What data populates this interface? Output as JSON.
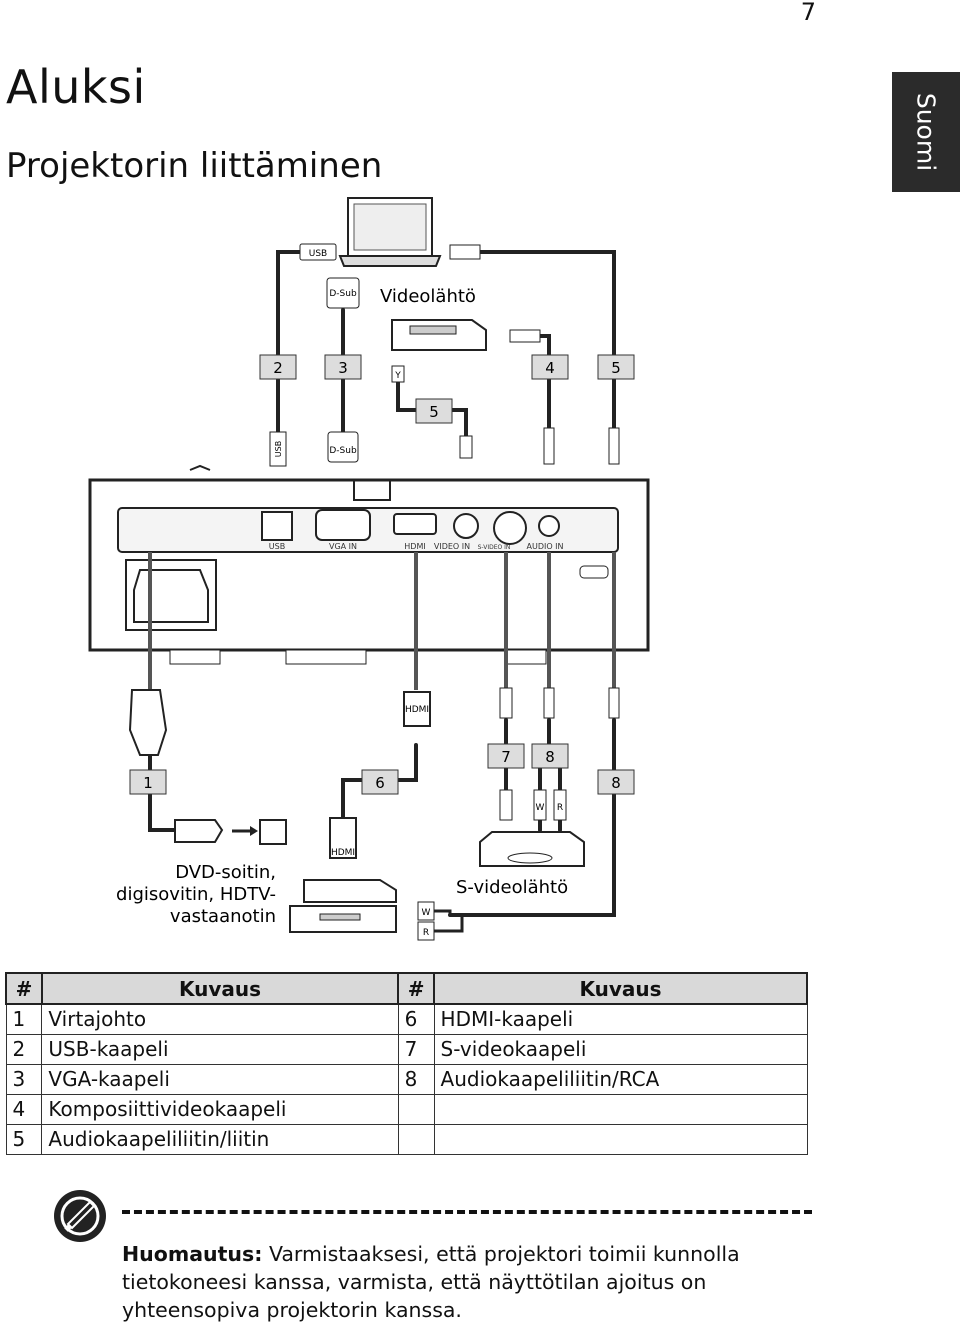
{
  "page": {
    "number": "7",
    "language_tab": "Suomi"
  },
  "headings": {
    "chapter": "Aluksi",
    "section": "Projektorin liittäminen"
  },
  "diagram": {
    "callouts": [
      "1",
      "2",
      "3",
      "4",
      "5",
      "5",
      "6",
      "7",
      "8",
      "8"
    ],
    "device_labels": {
      "video_output": "Videolähtö",
      "dvd_devices": [
        "DVD-soitin,",
        "digisovitin, HDTV-",
        "vastaanotin"
      ],
      "svideo_output": "S-videolähtö"
    },
    "connector_labels": {
      "usb": "USB",
      "dsub": "D-Sub",
      "hdmi": "HDMI",
      "y": "Y",
      "w": "W",
      "r": "R"
    },
    "port_labels": [
      "USB",
      "VGA IN",
      "HDMI",
      "VIDEO IN",
      "S-VIDEO IN",
      "AUDIO IN"
    ]
  },
  "legend": {
    "headers": [
      "#",
      "Kuvaus",
      "#",
      "Kuvaus"
    ],
    "rows": [
      [
        "1",
        "Virtajohto",
        "6",
        "HDMI-kaapeli"
      ],
      [
        "2",
        "USB-kaapeli",
        "7",
        "S-videokaapeli"
      ],
      [
        "3",
        "VGA-kaapeli",
        "8",
        "Audiokaapeliliitin/RCA"
      ],
      [
        "4",
        "Komposiittivideokaapeli",
        "",
        ""
      ],
      [
        "5",
        "Audiokaapeliliitin/liitin",
        "",
        ""
      ]
    ]
  },
  "note": {
    "label": "Huomautus:",
    "text": " Varmistaaksesi, että projektori toimii kunnolla tietokoneesi kanssa, varmista, että näyttötilan ajoitus on yhteensopiva projektorin kanssa."
  }
}
